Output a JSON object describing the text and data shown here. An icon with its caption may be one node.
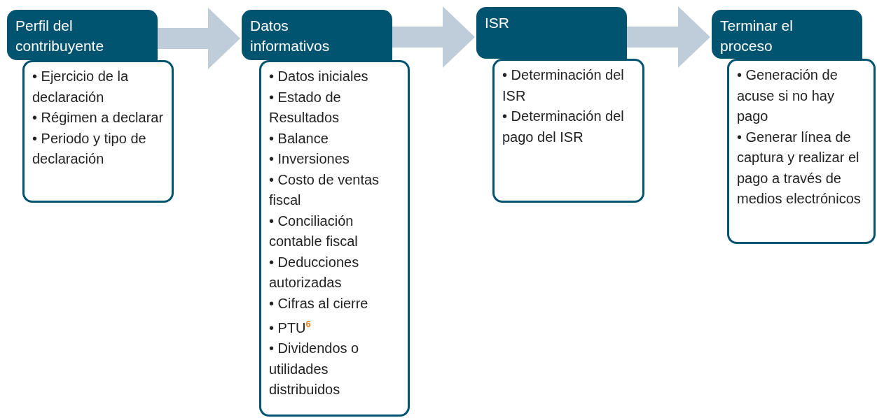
{
  "diagram": {
    "nodes": [
      {
        "text": [
          "Perfil del contribuyente"
        ]
      },
      {
        "text": [
          "• Ejercicio de la declaración",
          "• Régimen a declarar",
          "• Periodo y tipo de declaración"
        ]
      },
      {
        "text": [
          "Datos informativos"
        ]
      },
      {
        "text": [
          "• Datos iniciales",
          "• Estado de Resultados",
          "• Balance",
          "• Inversiones",
          "• Costo de ventas fiscal",
          "• Conciliación contable fiscal",
          "• Deducciones autorizadas",
          "• Cifras al cierre",
          "• PTU$^{6}$",
          "• Dividendos o utilidades distribuidos"
        ]
      },
      {
        "text": [
          "ISR"
        ]
      },
      {
        "text": [
          "• Determinación del ISR",
          "• Determinación del pago del ISR"
        ]
      },
      {
        "text": [
          "Terminar el proceso"
        ]
      },
      {
        "text": [
          "• Generación de acuse si no hay pago",
          "• Generar línea de captura y realizar el pago a través de medios electrónicos"
        ]
      }
    ],
    "edges": [
      {
        "from": 0,
        "to": 2,
        "arrow": "to",
        "style": "thick",
        "color": "#bfcddb"
      },
      {
        "from": 2,
        "to": 4,
        "arrow": "to",
        "style": "thick",
        "color": "#bfcddb"
      },
      {
        "from": 4,
        "to": 6,
        "arrow": "to",
        "style": "thick",
        "color": "#bfcddb"
      }
    ]
  }
}
